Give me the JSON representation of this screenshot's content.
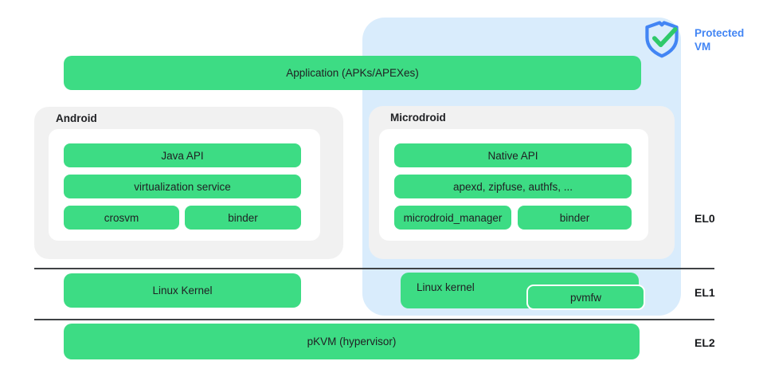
{
  "colors": {
    "bar_green": "#3ddc84",
    "protected_vm_bg": "#d9ecfc",
    "accent_blue": "#4285f4",
    "group_gray": "#f1f1f1",
    "check_green": "#2fc96a",
    "divider": "#3f4245"
  },
  "protected_vm": {
    "label": "Protected VM"
  },
  "layers": {
    "application": {
      "label": "Application (APKs/APEXes)"
    },
    "android": {
      "title": "Android",
      "bars": {
        "java_api": "Java API",
        "virtualization_service": "virtualization service",
        "crosvm": "crosvm",
        "binder": "binder"
      }
    },
    "microdroid": {
      "title": "Microdroid",
      "bars": {
        "native_api": "Native API",
        "apexd": "apexd, zipfuse, authfs, ...",
        "microdroid_manager": "microdroid_manager",
        "binder": "binder"
      }
    },
    "el1": {
      "linux_kernel_host": "Linux Kernel",
      "linux_kernel_guest": "Linux kernel",
      "pvmfw": "pvmfw"
    },
    "el2": {
      "pkvm": "pKVM (hypervisor)"
    }
  },
  "exception_levels": {
    "el0": "EL0",
    "el1": "EL1",
    "el2": "EL2"
  }
}
